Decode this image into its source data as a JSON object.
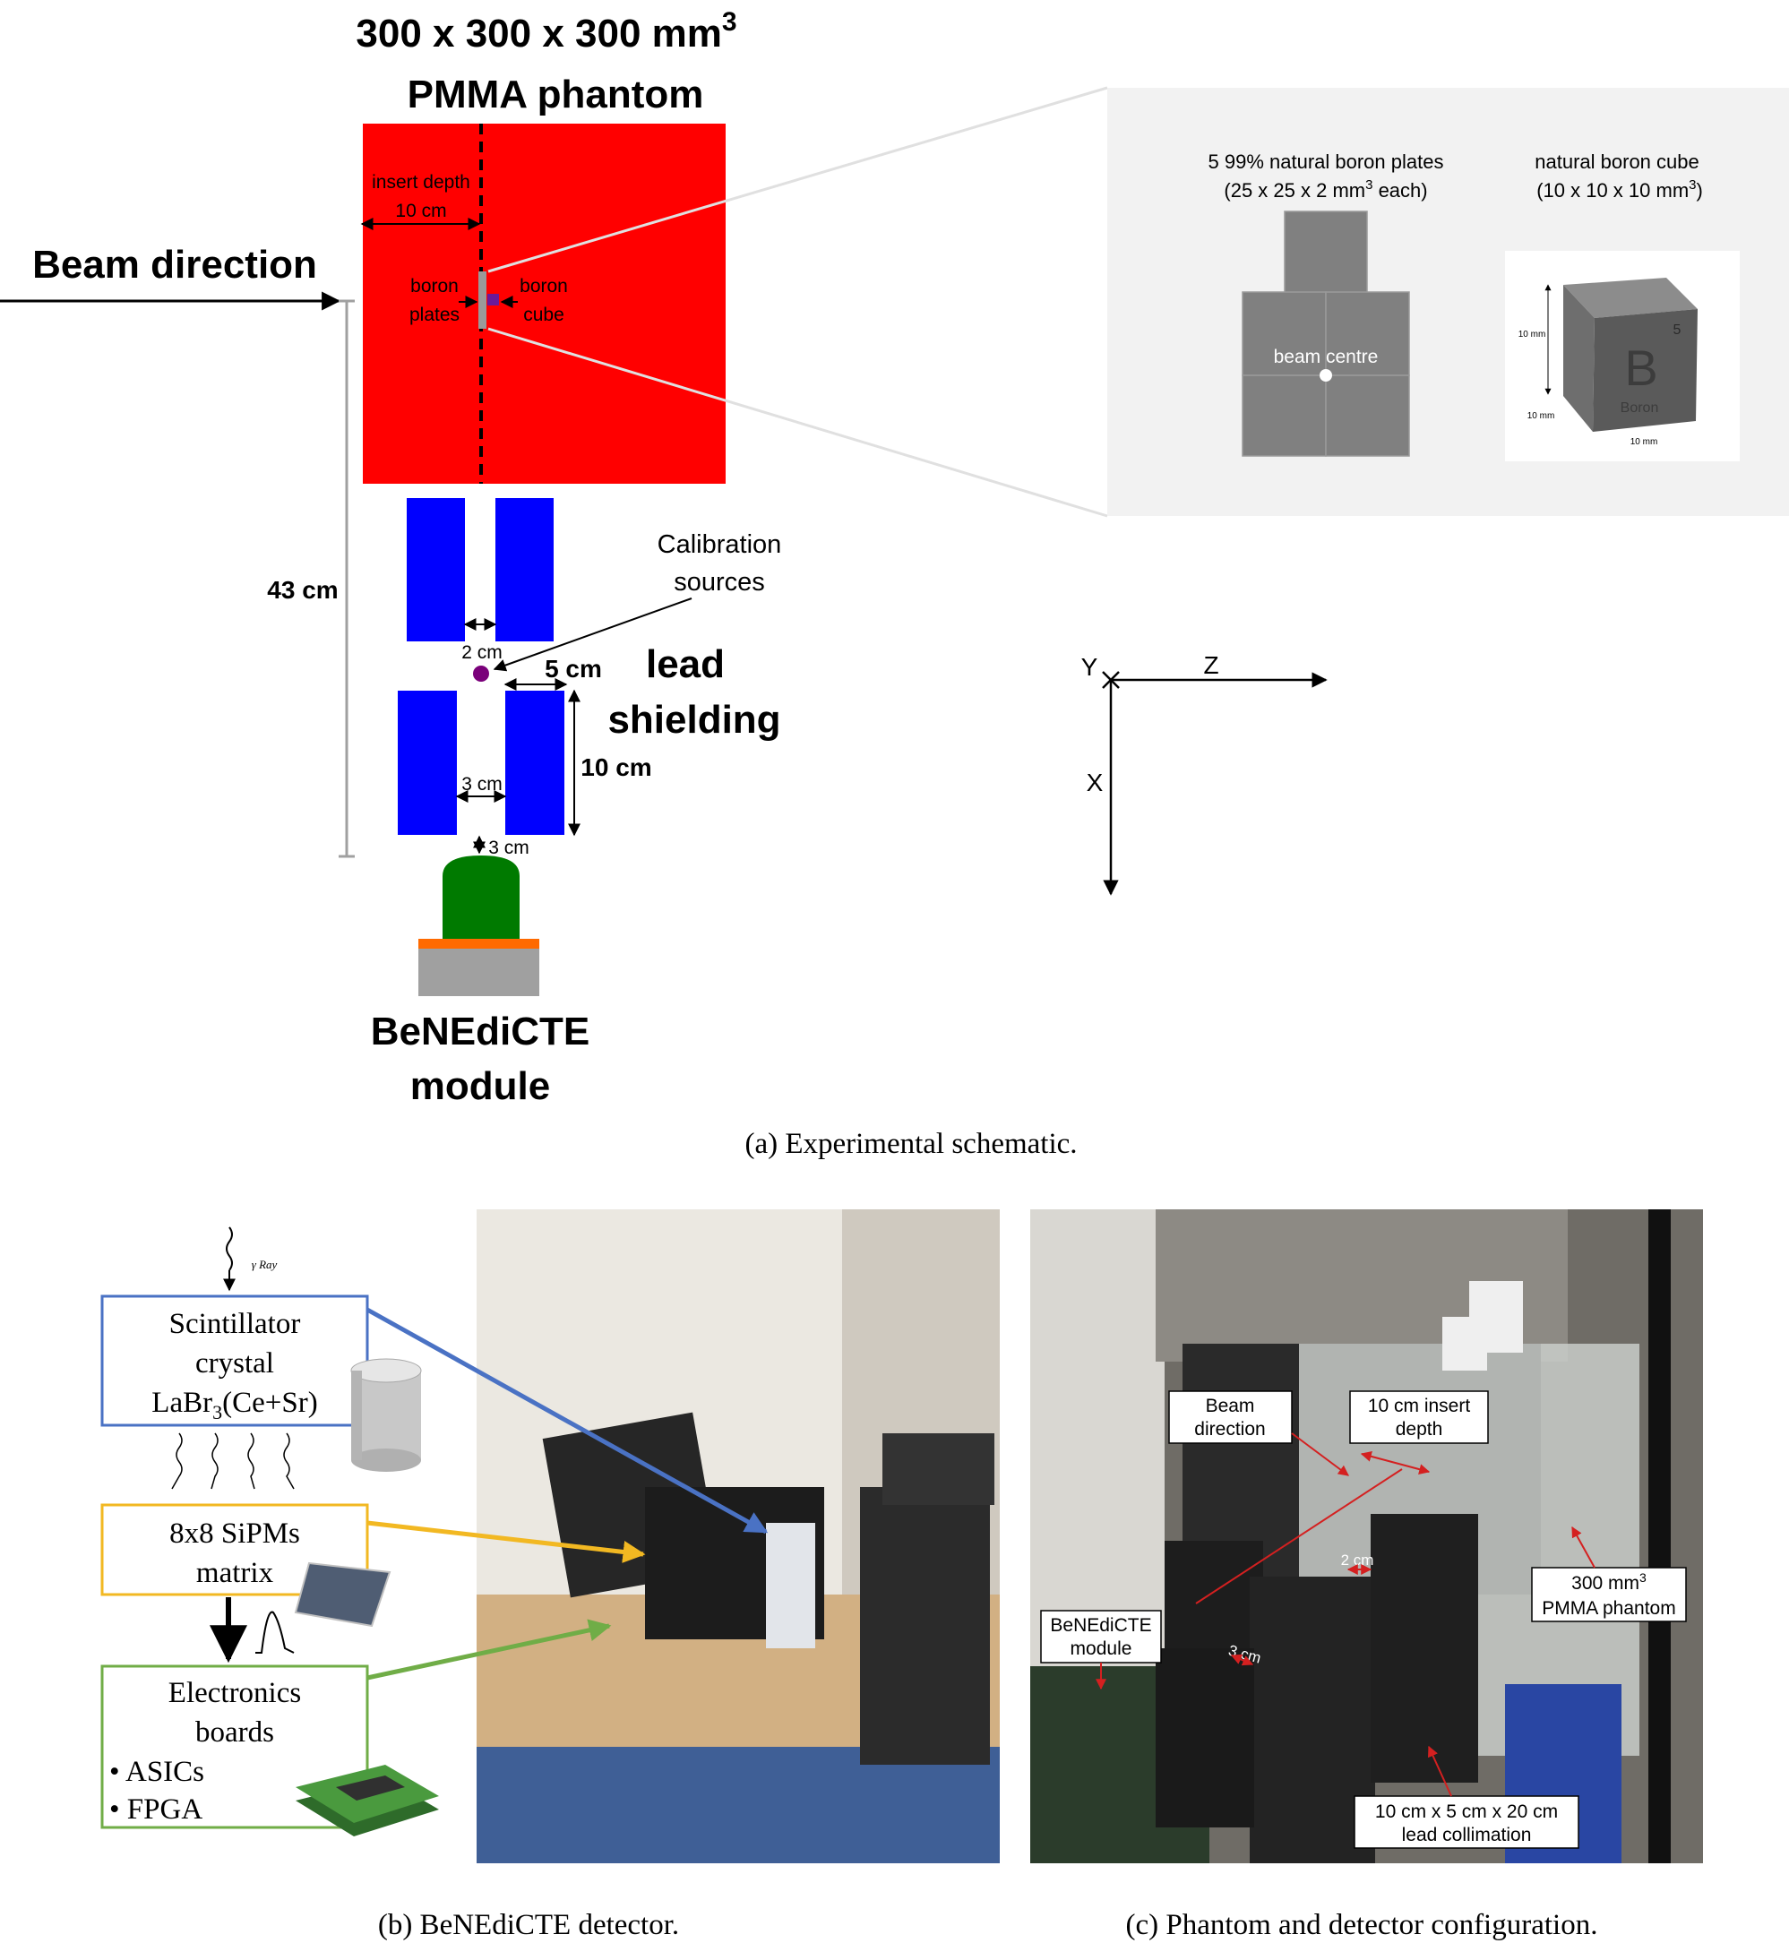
{
  "panel_a": {
    "title_line1": "300 x 300 x 300 mm",
    "title_sup": "3",
    "title_line2": "PMMA phantom",
    "insert_depth": "insert depth",
    "insert_depth_value": "10 cm",
    "beam_direction": "Beam direction",
    "boron_plates_1": "boron",
    "boron_plates_2": "plates",
    "boron_cube_1": "boron",
    "boron_cube_2": "cube",
    "distance_43": "43 cm",
    "calib_1": "Calibration",
    "calib_2": "sources",
    "gap_2cm": "2 cm",
    "width_5cm": "5 cm",
    "lead_1": "lead",
    "lead_2": "shielding",
    "height_10cm": "10 cm",
    "gap_3cm": "3 cm",
    "gap_3cm_b": "3 cm",
    "module_1": "BeNEdiCTE",
    "module_2": "module",
    "inset_plates_1": "5 99% natural boron plates",
    "inset_plates_2": "(25 x 25 x 2 mm",
    "inset_plates_sup": "3",
    "inset_plates_3": " each)",
    "inset_cube_1": "natural boron cube",
    "inset_cube_2": "(10 x 10 x 10 mm",
    "inset_cube_sup": "3",
    "inset_cube_3": ")",
    "beam_centre": "beam centre",
    "cube_dim": "10 mm",
    "cube_letter": "B",
    "cube_number": "5",
    "cube_word": "Boron",
    "axis_y": "Y",
    "axis_z": "Z",
    "axis_x": "X",
    "caption": "(a)  Experimental schematic."
  },
  "panel_b": {
    "gamma_ray": "γ Ray",
    "scint_1": "Scintillator",
    "scint_2": "crystal",
    "scint_3": "LaBr",
    "scint_sub": "3",
    "scint_4": "(Ce+Sr)",
    "sipm_1": "8x8 SiPMs",
    "sipm_2": "matrix",
    "elec_1": "Electronics",
    "elec_2": "boards",
    "elec_3": "•  ASICs",
    "elec_4": "•  FPGA",
    "caption": "(b)  BeNEdiCTE detector."
  },
  "panel_c": {
    "beam_1": "Beam",
    "beam_2": "direction",
    "insert_1": "10 cm insert",
    "insert_2": "depth",
    "phantom_1": "300 mm",
    "phantom_sup": "3",
    "phantom_2": "PMMA phantom",
    "gap_2cm": "2 cm",
    "gap_3cm": "3 cm",
    "module_1": "BeNEdiCTE",
    "module_2": "module",
    "lead_1": "10 cm x 5 cm x 20 cm",
    "lead_2": "lead collimation",
    "caption": "(c)  Phantom and detector configuration."
  },
  "colors": {
    "phantom": "#ff0000",
    "lead": "#0000ff",
    "crystal": "#007a00",
    "sipm_layer": "#ff6a00",
    "electronics": "#a0a0a0",
    "calib_source": "#7a007a",
    "scint_box": "#4a72c4",
    "sipm_box": "#f2b822",
    "elec_box": "#70ad47"
  }
}
